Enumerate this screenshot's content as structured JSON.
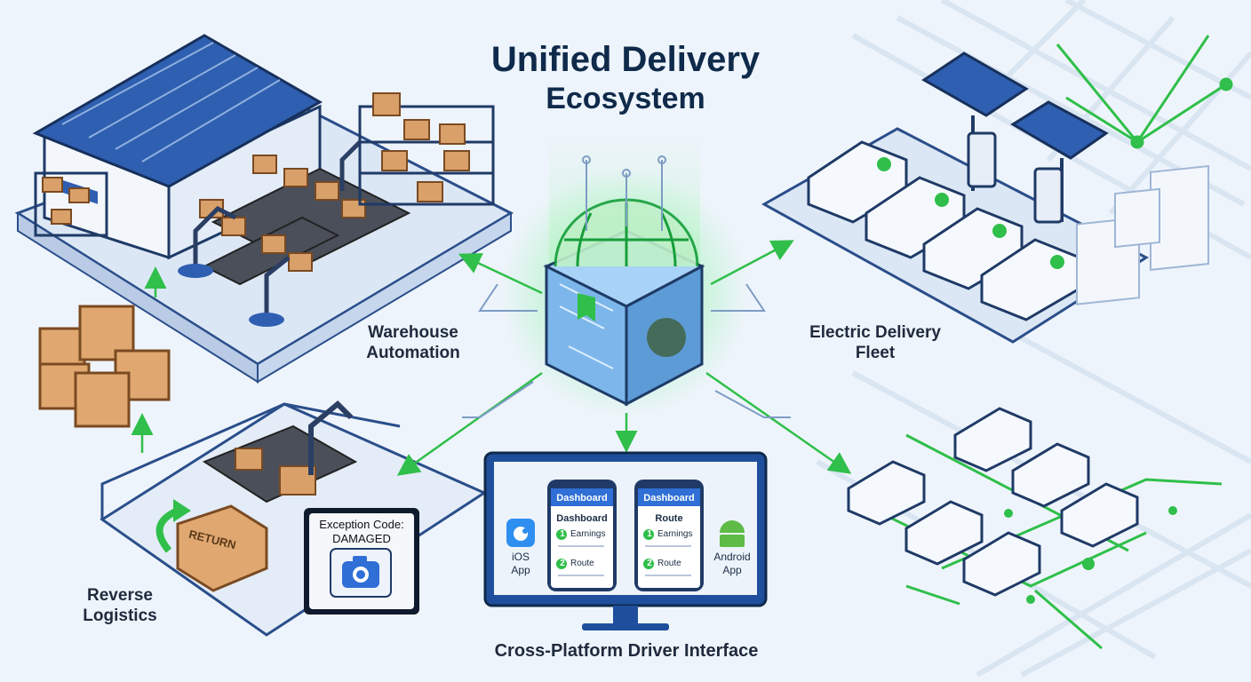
{
  "title": {
    "line1": "Unified Delivery",
    "line2": "Ecosystem"
  },
  "nodes": {
    "warehouse": {
      "line1": "Warehouse",
      "line2": "Automation"
    },
    "fleet": {
      "line1": "Electric Delivery",
      "line2": "Fleet"
    },
    "reverse": {
      "line1": "Reverse",
      "line2": "Logistics"
    },
    "driver_interface": {
      "label": "Cross-Platform Driver Interface"
    }
  },
  "exception_panel": {
    "line1": "Exception Code:",
    "line2": "DAMAGED"
  },
  "box_labels": {
    "return": "RETURN"
  },
  "phones": {
    "left": {
      "header": "Dashboard",
      "title": "Dashboard",
      "items": [
        "Earnings",
        "Route"
      ],
      "numbers": [
        "1",
        "2"
      ]
    },
    "right": {
      "header": "Dashboard",
      "title": "Route",
      "items": [
        "Earnings",
        "Route"
      ],
      "numbers": [
        "1",
        "2"
      ]
    }
  },
  "platforms": {
    "ios": {
      "line1": "iOS",
      "line2": "App",
      "icon": "apple-icon"
    },
    "android": {
      "line1": "Android",
      "line2": "App",
      "icon": "android-icon"
    }
  },
  "colors": {
    "accent_green": "#2fbf4a",
    "brand_blue": "#1f4f9c",
    "dark_navy": "#0f2a4a"
  }
}
